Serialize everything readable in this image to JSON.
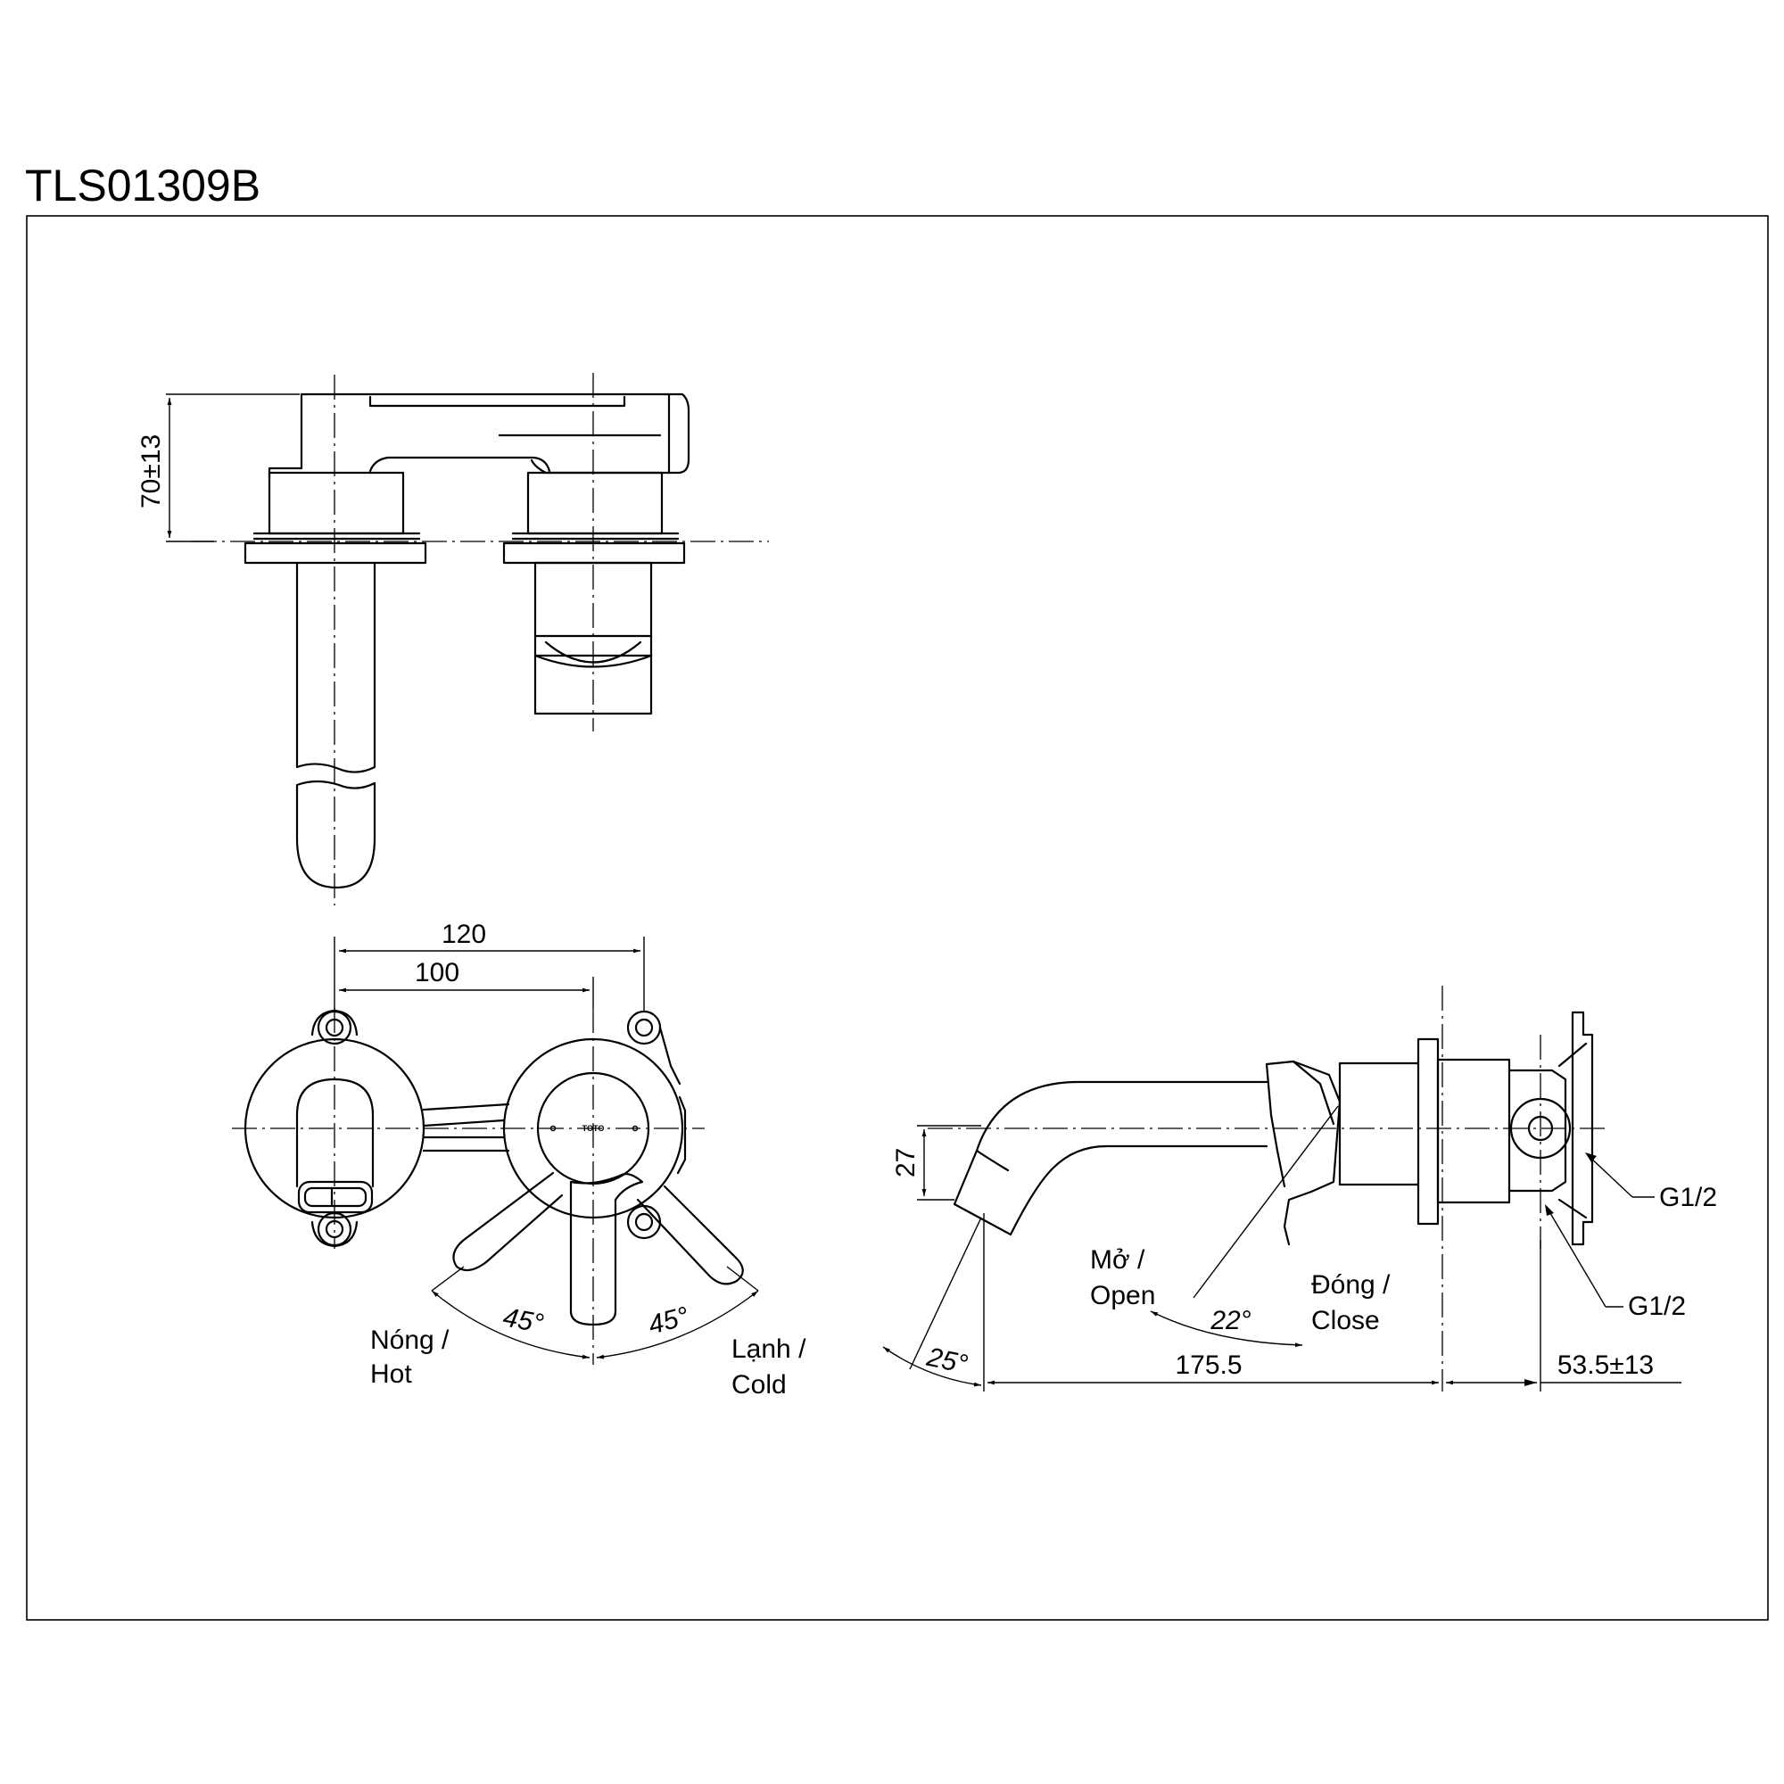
{
  "title": "TLS01309B",
  "dimensions": {
    "height_top": "70±13",
    "width_outer": "120",
    "width_inner": "100",
    "spout_height": "27",
    "projection": "175.5",
    "wall_depth": "53.5±13",
    "angle_left": "45°",
    "angle_right": "45°",
    "angle_open": "22°",
    "angle_spout": "25°"
  },
  "labels": {
    "hot_line1": "Nóng /",
    "hot_line2": "Hot",
    "cold_line1": "Lạnh /",
    "cold_line2": "Cold",
    "open_line1": "Mở /",
    "open_line2": "Open",
    "close_line1": "Đóng /",
    "close_line2": "Close",
    "thread_upper": "G1/2",
    "thread_lower": "G1/2",
    "logo": "TOTO"
  }
}
